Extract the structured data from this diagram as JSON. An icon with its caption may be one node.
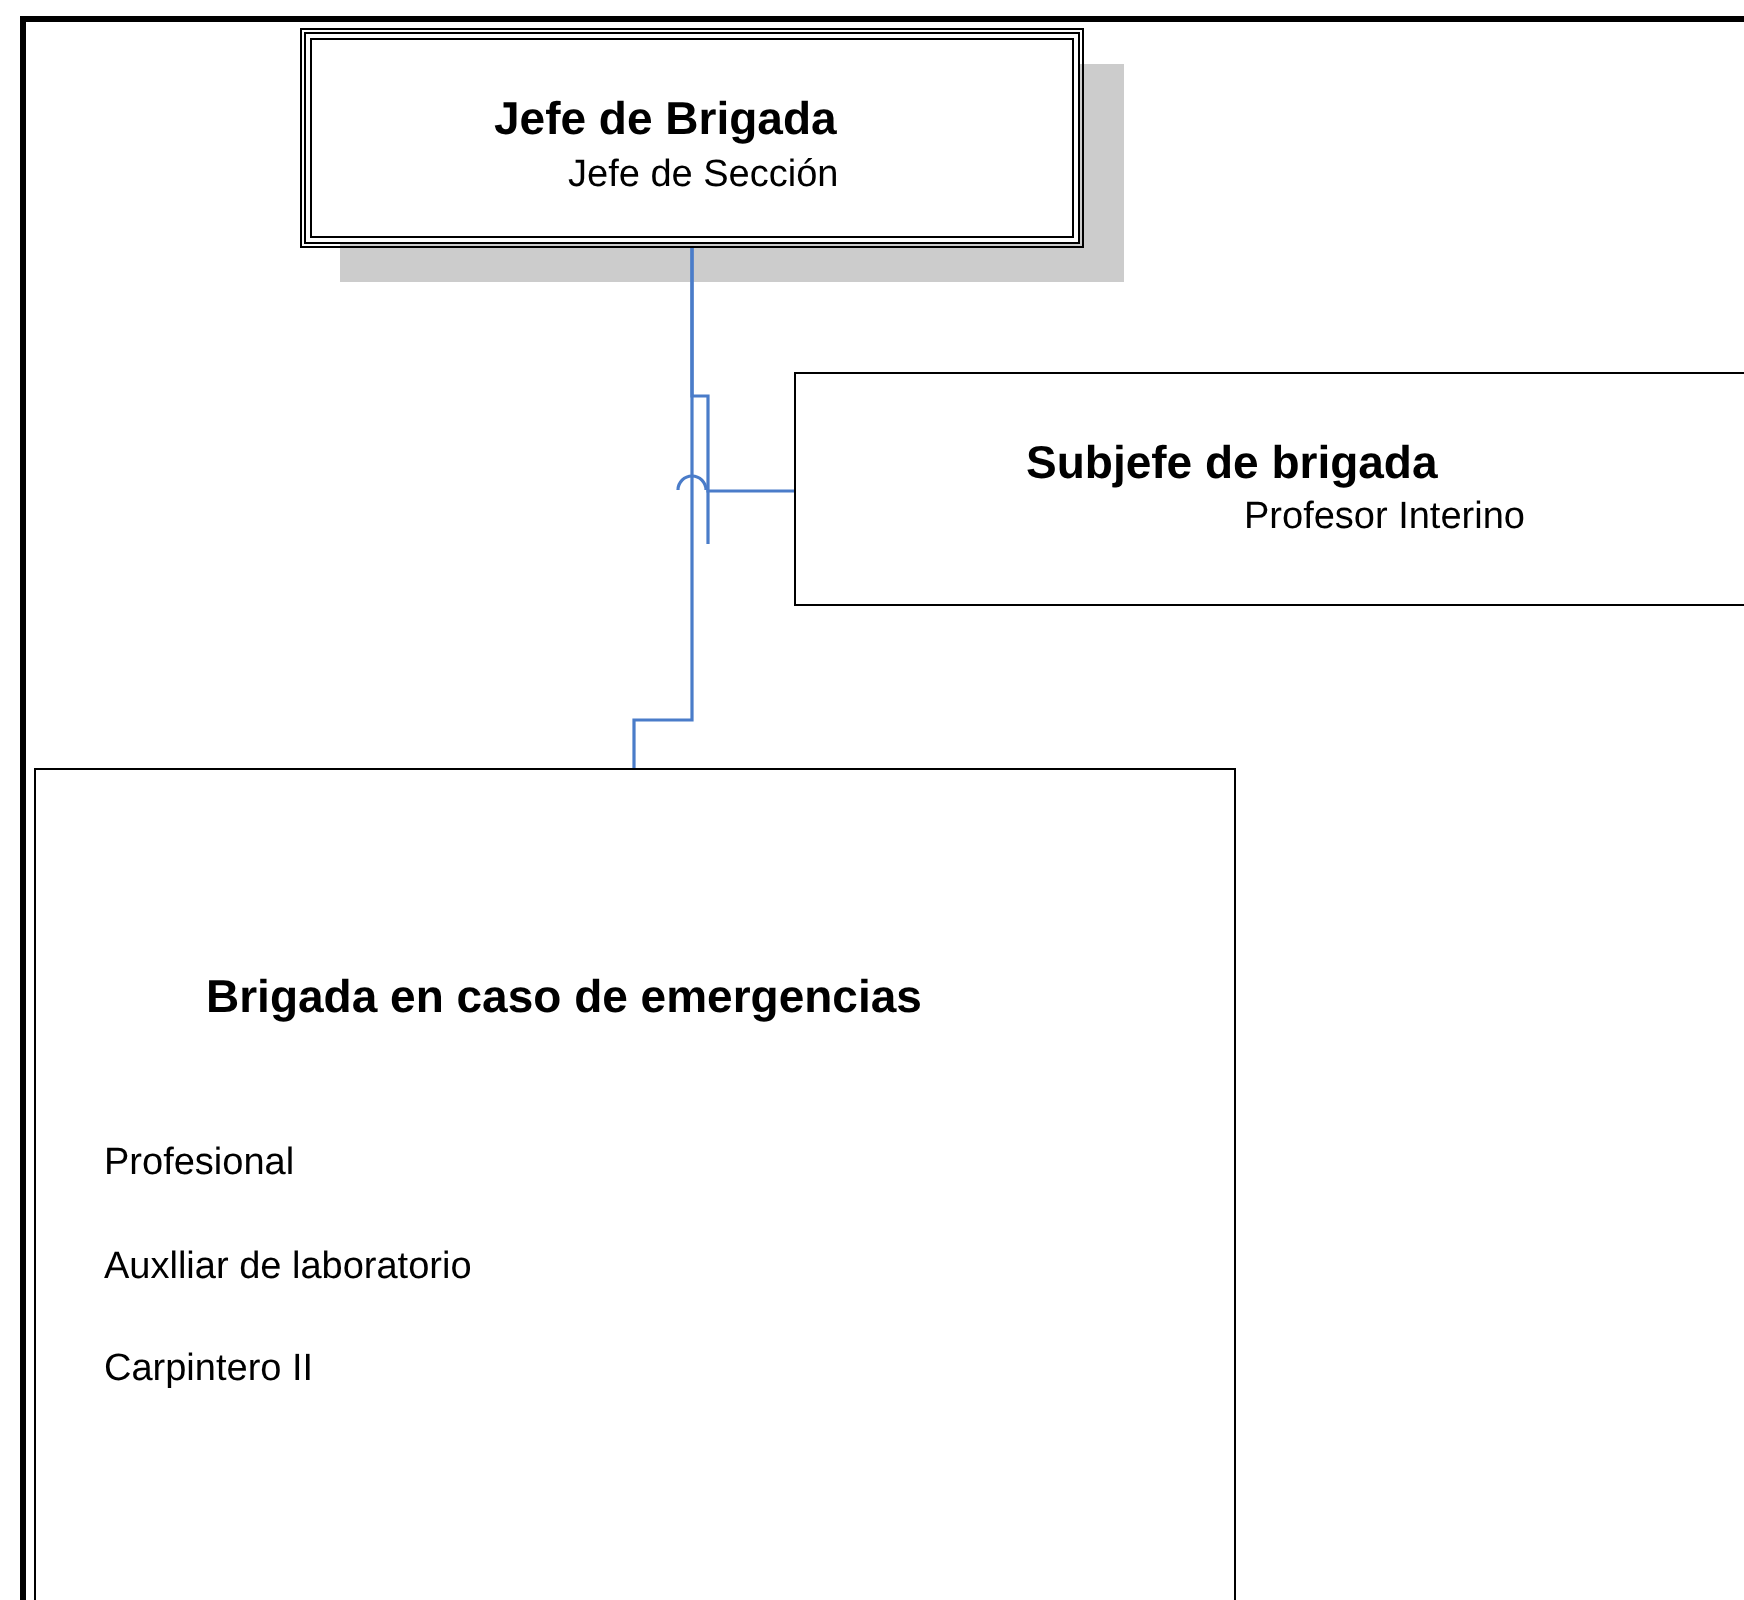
{
  "diagram": {
    "nodes": [
      {
        "text": [
          "Jefe de Brigada",
          "Jefe de Sección"
        ]
      },
      {
        "text": [
          "Subjefe de brigada",
          "Profesor Interino"
        ]
      },
      {
        "text": [
          "Brigada en caso de emergencias",
          "Profesional",
          "Auxlliar de laboratorio",
          "Carpintero II"
        ]
      }
    ],
    "edges": [
      {
        "from": 0,
        "to": 1,
        "arrow": "none"
      },
      {
        "from": 0,
        "to": 2,
        "arrow": "none"
      }
    ]
  }
}
